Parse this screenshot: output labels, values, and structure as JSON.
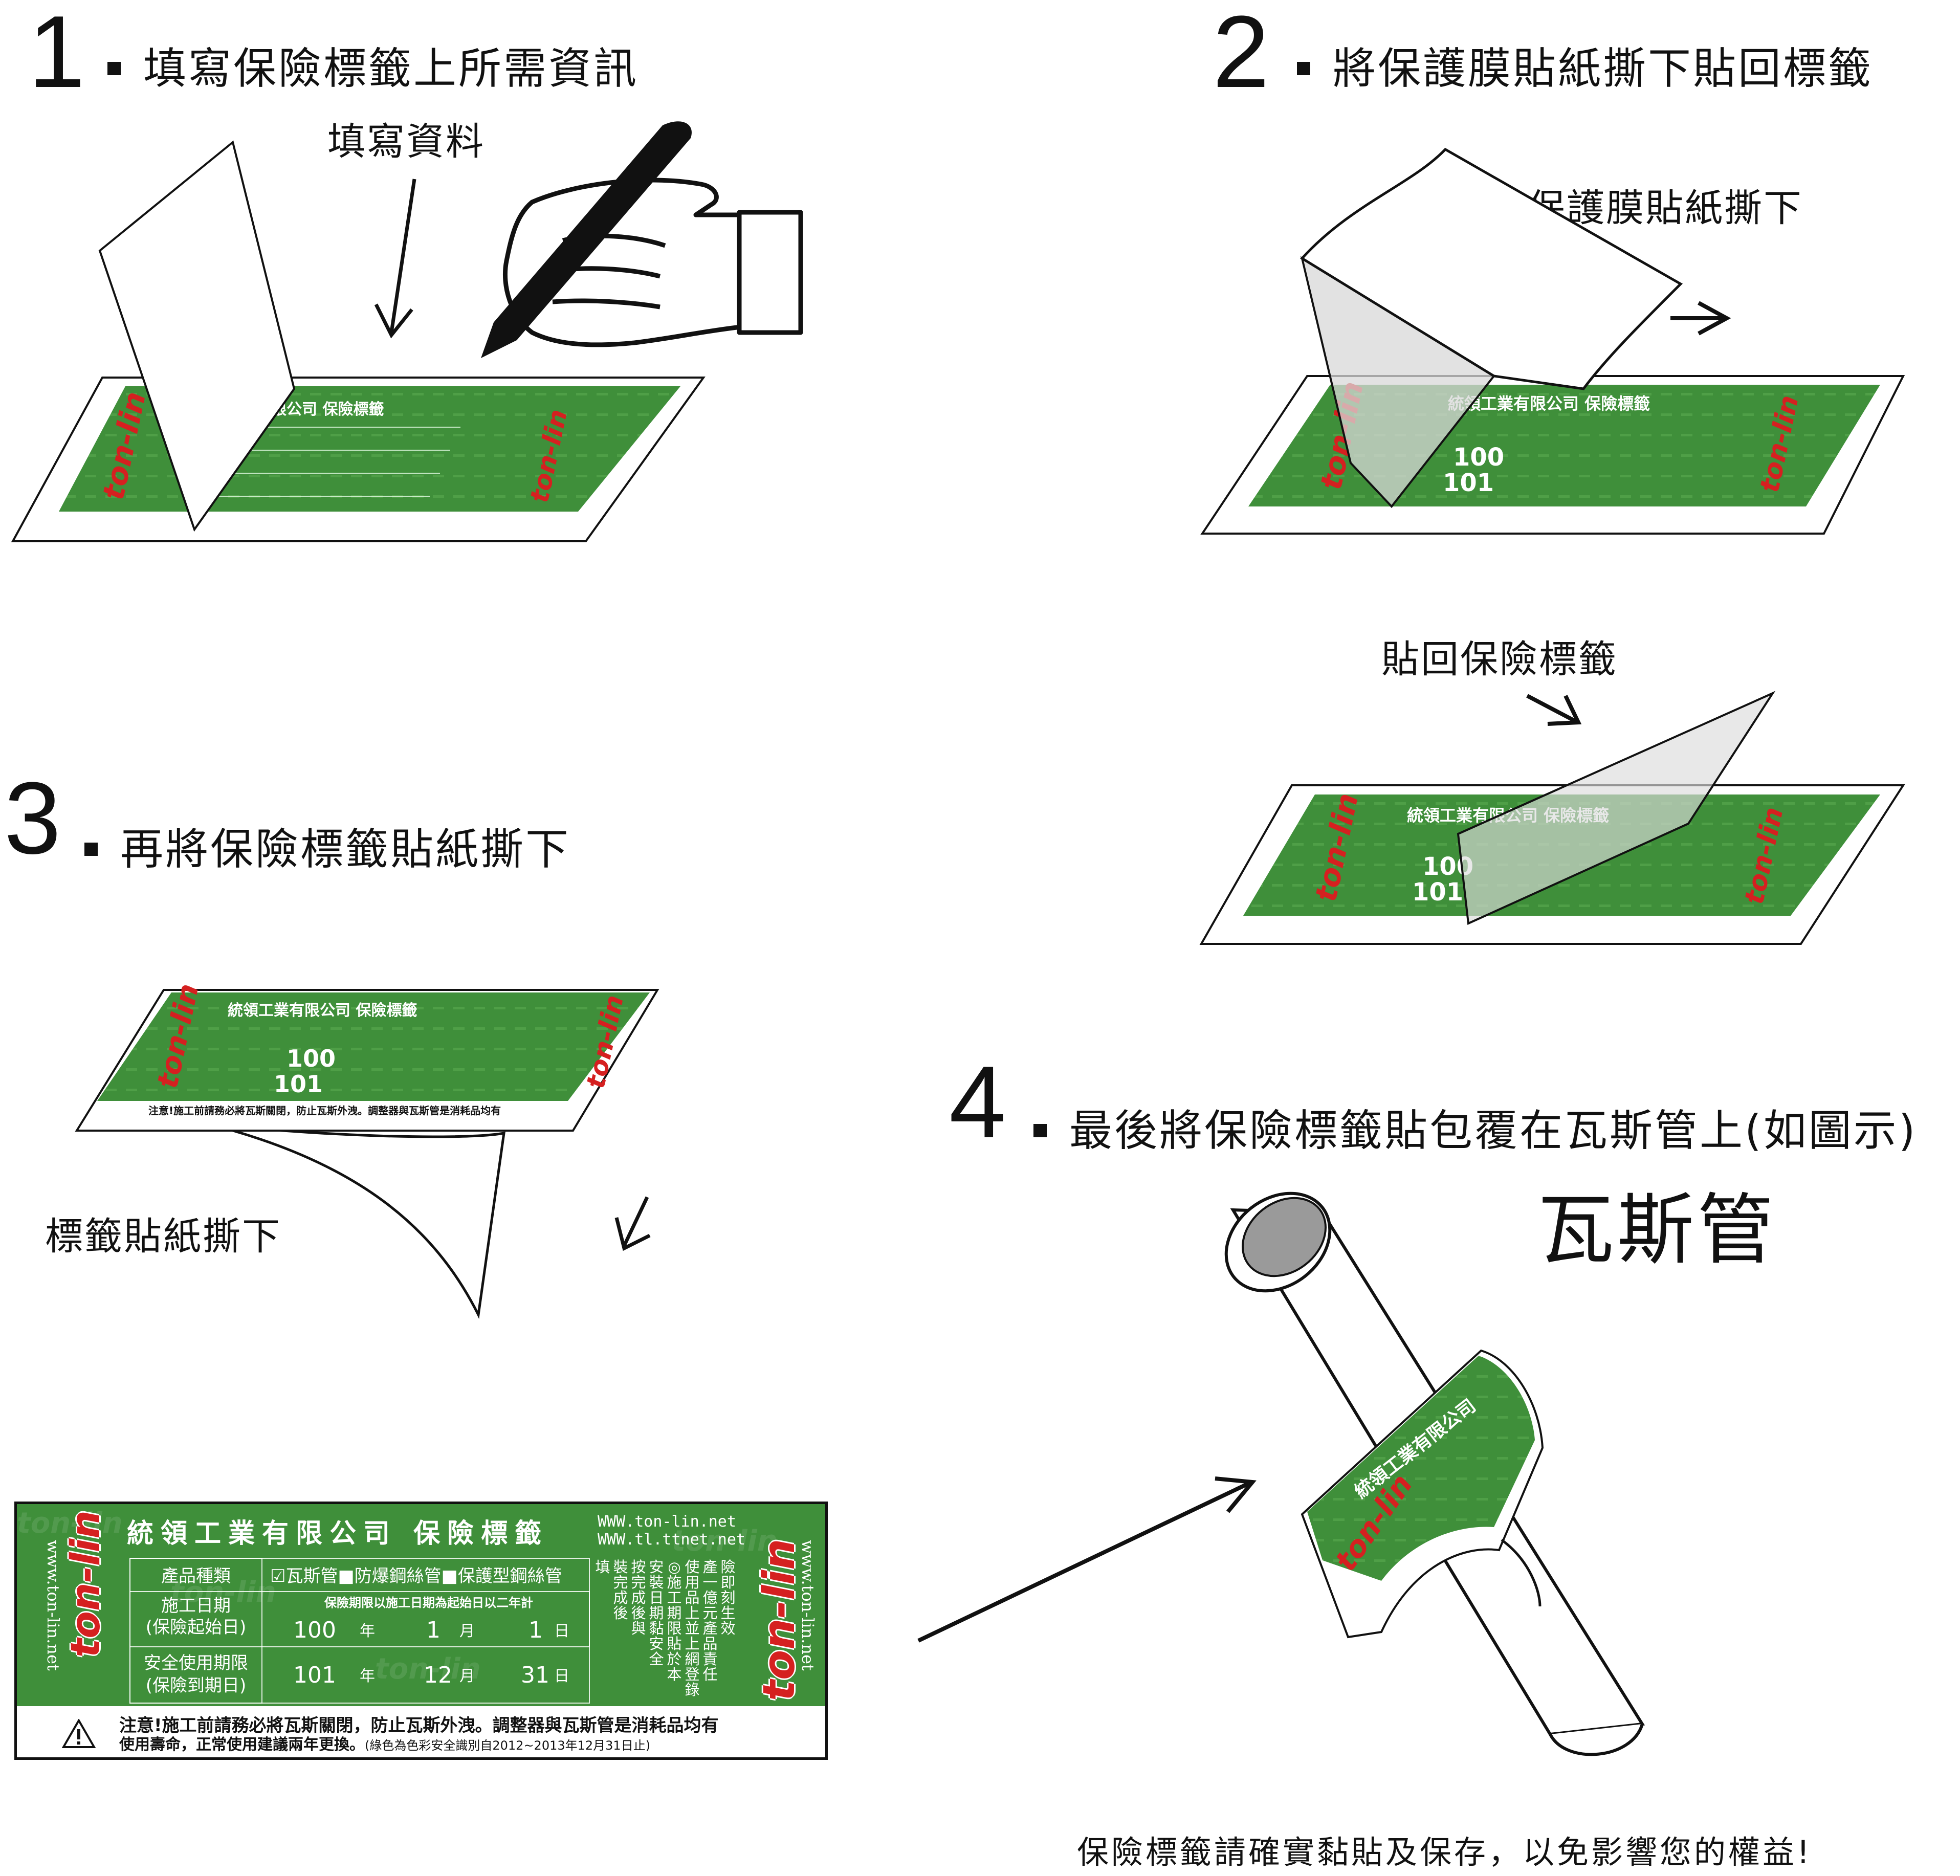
{
  "steps": [
    {
      "number": "1",
      "title": "填寫保險標籤上所需資訊"
    },
    {
      "number": "2",
      "title": "將保護膜貼紙撕下貼回標籤"
    },
    {
      "number": "3",
      "title": "再將保險標籤貼紙撕下"
    },
    {
      "number": "4",
      "title": "最後將保險標籤貼包覆在瓦斯管上(如圖示)"
    }
  ],
  "captions": {
    "fill_data": "填寫資料",
    "peel_film": "保護膜貼紙撕下",
    "stick_back": "貼回保險標籤",
    "peel_label": "標籤貼紙撕下",
    "gas_pipe": "瓦斯管"
  },
  "label": {
    "logo": "ton-lin",
    "company": "統領工業有限公司 保險標籤",
    "site1": "WWW.ton-lin.net",
    "site2": "WWW.tl.ttnet.net",
    "vertical_site": "www.ton-lin.net",
    "product_type_label": "產品種類",
    "product_options": "☑瓦斯管■防爆鋼絲管■保護型鋼絲管",
    "install_date_label": "施工日期",
    "install_date_sub": "(保險起始日)",
    "period_note": "保險期限以施工日期為起始日以二年計",
    "expiry_label": "安全使用期限",
    "expiry_sub": "(保險到期日)",
    "start_year": "100",
    "start_month": "1",
    "start_day": "1",
    "end_year": "101",
    "end_month": "12",
    "end_day": "31",
    "unit_year": "年",
    "unit_month": "月",
    "unit_day": "日",
    "vertical_cols": [
      "險即刻生效",
      "產一億元產品責任",
      "使用品上並上網登錄",
      "◎施工期限貼於本",
      "安裝日期黏安全",
      "按完成後與",
      "裝完成後",
      "填"
    ],
    "warning_line1": "注意!施工前請務必將瓦斯關閉，防止瓦斯外洩。調整器與瓦斯管是消耗品均有",
    "warning_line2": "使用壽命，正常使用建議兩年更換。",
    "warning_small": "(綠色為色彩安全識別自2012~2013年12月31日止)"
  },
  "footer": "保險標籤請確實黏貼及保存，以免影響您的權益!",
  "colors": {
    "label_green": "#3f8f3a",
    "logo_red": "#d52020",
    "ink": "#111111"
  }
}
